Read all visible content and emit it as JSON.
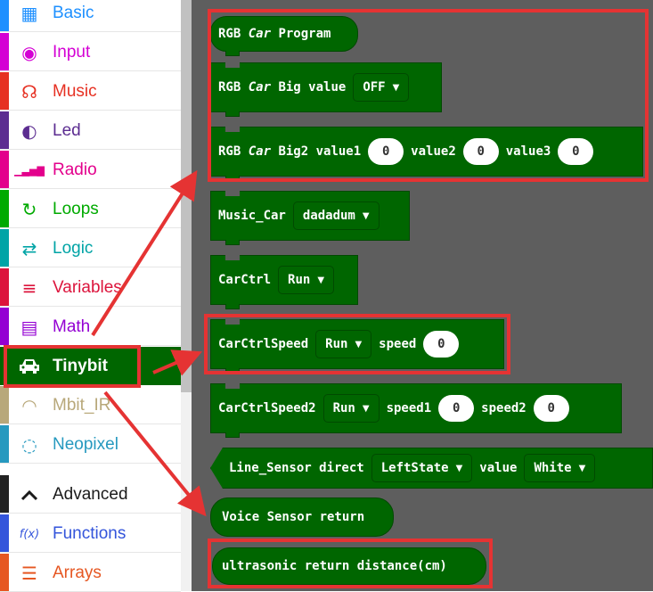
{
  "sidebar": {
    "items": [
      {
        "label": "Basic",
        "icon": "grid-icon",
        "glyph": "▦",
        "color": "#1e90ff"
      },
      {
        "label": "Input",
        "icon": "target-icon",
        "glyph": "◉",
        "color": "#d400d4"
      },
      {
        "label": "Music",
        "icon": "headphones-icon",
        "glyph": "☊",
        "color": "#e63022"
      },
      {
        "label": "Led",
        "icon": "toggle-icon",
        "glyph": "◐",
        "color": "#5c2d91"
      },
      {
        "label": "Radio",
        "icon": "signal-bars-icon",
        "glyph": "▁▃▅▇",
        "color": "#e3008c"
      },
      {
        "label": "Loops",
        "icon": "refresh-icon",
        "glyph": "↻",
        "color": "#00aa00"
      },
      {
        "label": "Logic",
        "icon": "shuffle-icon",
        "glyph": "⇄",
        "color": "#00a4a6"
      },
      {
        "label": "Variables",
        "icon": "list-lines-icon",
        "glyph": "≡",
        "color": "#dc143c"
      },
      {
        "label": "Math",
        "icon": "calculator-icon",
        "glyph": "▤",
        "color": "#9400d3"
      },
      {
        "label": "Tinybit",
        "icon": "car-icon",
        "glyph": "🚗",
        "color": "#006600",
        "selected": true
      },
      {
        "label": "Mbit_IR",
        "icon": "wifi-icon",
        "glyph": "◠",
        "color": "#b8a87a"
      },
      {
        "label": "Neopixel",
        "icon": "dotted-circle-icon",
        "glyph": "◌",
        "color": "#2699bf"
      },
      {
        "label": "Advanced",
        "icon": "chevron-up-icon",
        "glyph": "^",
        "color": "#1a1a1a",
        "stripe": "#222222"
      },
      {
        "label": "Functions",
        "icon": "function-icon",
        "glyph": "f(x)",
        "color": "#3455db"
      },
      {
        "label": "Arrays",
        "icon": "numbered-list-icon",
        "glyph": "☰",
        "color": "#e65722"
      }
    ]
  },
  "blocks": {
    "rgb_car_program": {
      "pre": "RGB ",
      "em": "Car",
      "post": " Program"
    },
    "rgb_car_big": {
      "pre": "RGB ",
      "em": "Car",
      "post": " Big value",
      "dropdown": "OFF"
    },
    "rgb_car_big2": {
      "pre": "RGB ",
      "em": "Car",
      "post": " Big2 value1",
      "value1": "0",
      "label2": "value2",
      "value2": "0",
      "label3": "value3",
      "value3": "0"
    },
    "music_car": {
      "label": "Music_Car",
      "dropdown": "dadadum"
    },
    "carctrl": {
      "label": "CarCtrl",
      "dropdown": "Run"
    },
    "carctrlspeed": {
      "label": "CarCtrlSpeed",
      "dropdown": "Run",
      "label2": "speed",
      "value": "0"
    },
    "carctrlspeed2": {
      "label": "CarCtrlSpeed2",
      "dropdown": "Run",
      "label2": "speed1",
      "value1": "0",
      "label3": "speed2",
      "value2": "0"
    },
    "line_sensor": {
      "label": "Line_Sensor direct",
      "dropdown1": "LeftState",
      "label2": "value",
      "dropdown2": "White"
    },
    "voice_sensor": {
      "label": "Voice Sensor return"
    },
    "ultrasonic": {
      "label": "ultrasonic return distance(cm)"
    }
  },
  "colors": {
    "block": "#006600",
    "highlight": "#e53333",
    "workspace": "#5e5e5e"
  }
}
